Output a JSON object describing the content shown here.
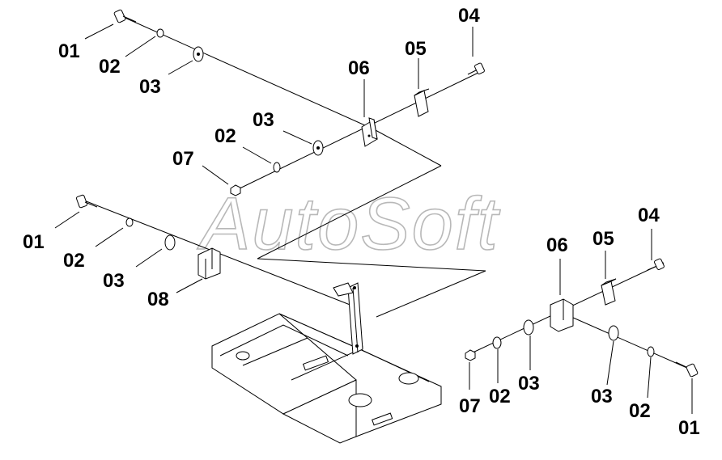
{
  "watermark": "AutoSoft",
  "labels": {
    "top_bolt": "01",
    "top_lock_washer": "02",
    "top_flat_washer": "03",
    "top_right_bolt": "04",
    "top_spacer": "05",
    "top_bracket": "06",
    "mid_washer_03": "03",
    "mid_washer_02": "02",
    "mid_nut": "07",
    "left_bolt": "01",
    "left_lock_washer": "02",
    "left_flat_washer": "03",
    "left_bracket": "08",
    "right_bracket": "06",
    "right_spacer": "05",
    "right_bolt_04": "04",
    "right_nut": "07",
    "right_washer_02a": "02",
    "right_washer_03a": "03",
    "right_washer_03b": "03",
    "right_washer_02b": "02",
    "right_bolt_01": "01"
  }
}
